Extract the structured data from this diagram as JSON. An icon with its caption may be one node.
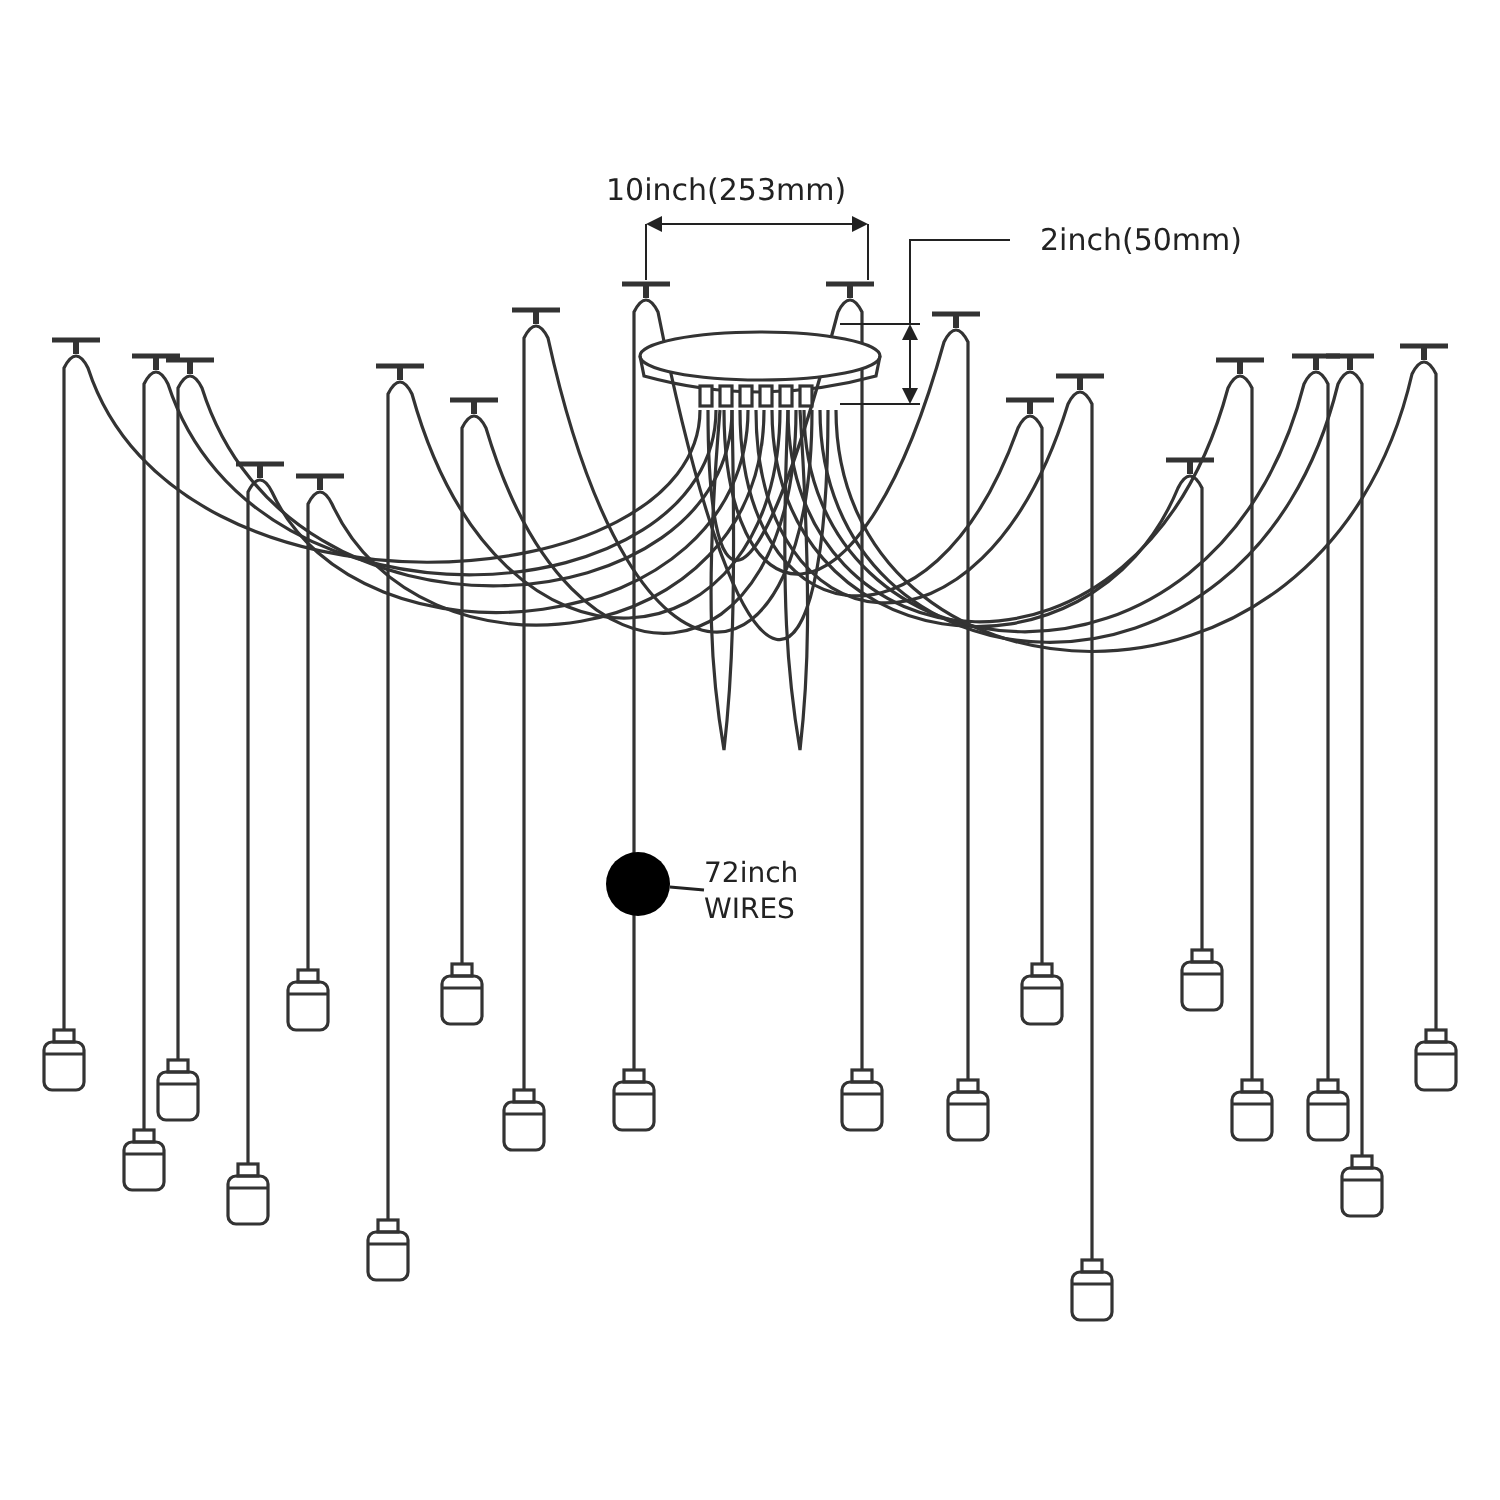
{
  "diagram": {
    "nodes": [
      {
        "text": [
          "72inch WIRES"
        ]
      },
      {
        "text": [],
        "shape": "circle"
      }
    ],
    "edges": [
      {
        "from": 0,
        "to": 1,
        "arrow": "none"
      }
    ],
    "labels": [
      "10inch(253mm)",
      "2inch(50mm)"
    ]
  }
}
